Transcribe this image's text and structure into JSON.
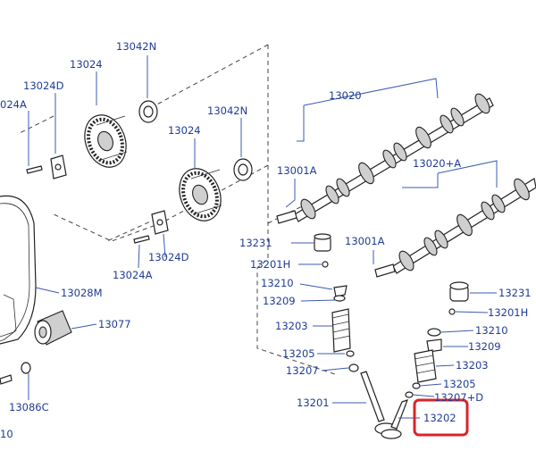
{
  "labels": {
    "l13042N_a": "13042N",
    "l13024_a": "13024",
    "l13024D_a": "13024D",
    "l13024A_a": "024A",
    "l13042N_b": "13042N",
    "l13024_b": "13024",
    "l13024D_b": "13024D",
    "l13024A_b": "13024A",
    "l13020": "13020",
    "l13001A_a": "13001A",
    "l13020A": "13020+A",
    "l13231_a": "13231",
    "l13001A_b": "13001A",
    "l13201H_a": "13201H",
    "l13210_a": "13210",
    "l13209_a": "13209",
    "l13203_a": "13203",
    "l13205_a": "13205",
    "l13207_a": "13207",
    "l13201": "13201",
    "l13231_b": "13231",
    "l13201H_b": "13201H",
    "l13210_b": "13210",
    "l13209_b": "13209",
    "l13203_b": "13203",
    "l13205_b": "13205",
    "l13207D": "13207+D",
    "l13202": "13202",
    "l13028M": "13028M",
    "l13077": "13077",
    "l13086C": "13086C",
    "l10": "10"
  },
  "colors": {
    "label": "#1f3c95",
    "highlight": "#d9242b"
  },
  "highlight_label": "13202"
}
